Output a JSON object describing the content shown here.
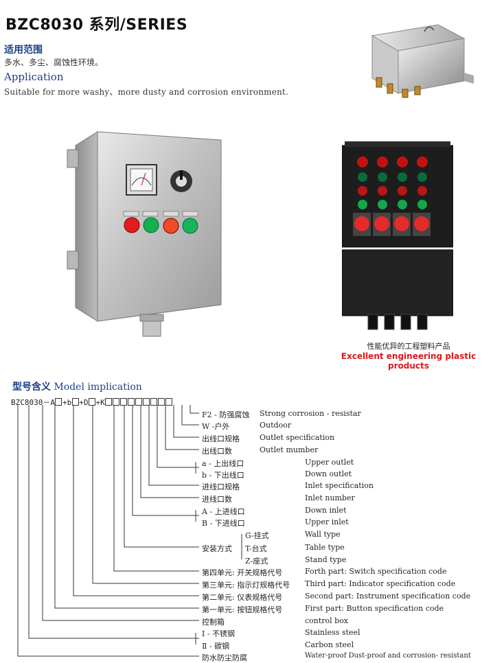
{
  "header": {
    "title": "BZC8030 系列/SERIES",
    "scope_zh_heading": "适用范围",
    "scope_zh_text": "多水、多尘、腐蚀性环境。",
    "scope_en_heading": "Application",
    "scope_en_text": "Suitable for more washy、more dusty and corrosion environment."
  },
  "product_caption": {
    "zh": "性能优异的工程塑料产品",
    "en": "Excellent engineering plastic products"
  },
  "model": {
    "heading_zh": "型号含义",
    "heading_en": "Model implication",
    "code_prefix": "BZC8030－",
    "code_parts": [
      "A",
      "+b",
      "+D",
      "+K"
    ],
    "items": [
      {
        "zh": "F2 - 防强腐蚀",
        "en": "Strong corrosion - resistar"
      },
      {
        "zh": "W -户外",
        "en": "Outdoor"
      },
      {
        "zh": "出线口规格",
        "en": "Outlet specification"
      },
      {
        "zh": "出线口数",
        "en": "Outlet mumber"
      },
      {
        "zh": "a - 上出线口",
        "en": "Upper outlet"
      },
      {
        "zh": "b - 下出线口",
        "en": "Down outlet"
      },
      {
        "zh": "进线口规格",
        "en": "Inlet specification"
      },
      {
        "zh": "进线口数",
        "en": "Inlet number"
      },
      {
        "zh": "A - 上进线口",
        "en": "Down inlet"
      },
      {
        "zh": "B - 下进线口",
        "en": "Upper inlet"
      },
      {
        "zh": "G-挂式",
        "en": "Wall type"
      },
      {
        "zh": "T-台式",
        "en": "Table type"
      },
      {
        "zh": "Z-座式",
        "en": "Stand type"
      },
      {
        "zh": "第四单元: 开关规格代号",
        "en": "Forth part: Switch specification code"
      },
      {
        "zh": "第三单元: 指示灯规格代号",
        "en": "Third part: Indicator specification code"
      },
      {
        "zh": "第二单元: 仪表规格代号",
        "en": "Second part: Instrument specification code"
      },
      {
        "zh": "第一单元: 按钮规格代号",
        "en": "First part: Button specification code"
      },
      {
        "zh": "控制箱",
        "en": "control box"
      },
      {
        "zh": "Ⅰ - 不锈钢",
        "en": "Stainless steel"
      },
      {
        "zh": "Ⅱ - 碳钢",
        "en": "Carbon steel"
      },
      {
        "zh": "防水防尘防腐",
        "en": "Water-proof Dust-proof and corrosion- resistant"
      }
    ],
    "install_label": "安装方式"
  }
}
